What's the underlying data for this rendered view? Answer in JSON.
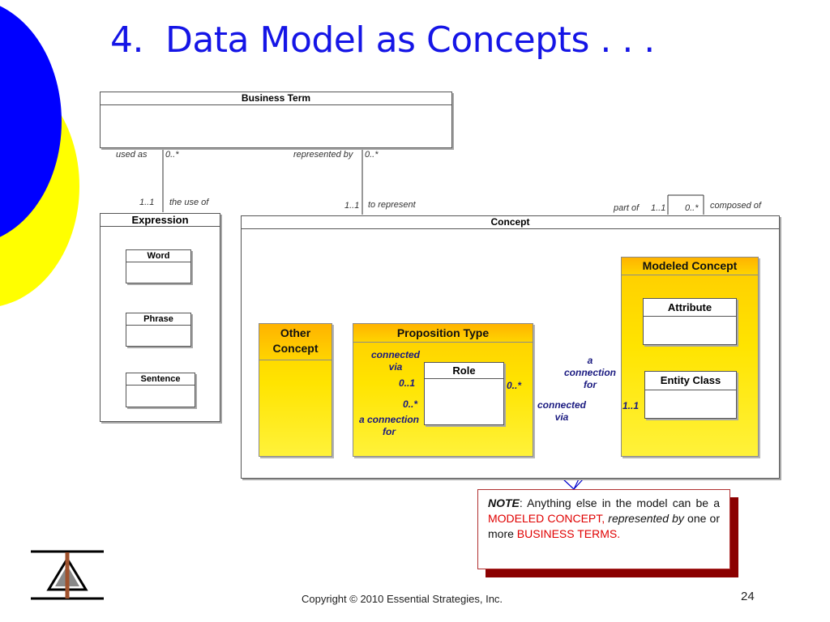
{
  "slide": {
    "title": "4.  Data Model as Concepts . . .",
    "copyright": "Copyright © 2010 Essential Strategies, Inc.",
    "page_number": "24"
  },
  "colors": {
    "title_blue": "#1515e6",
    "deco_blue": "#0000ff",
    "deco_yellow": "#ffff00",
    "concept_yellow": "#ffe400",
    "note_shadow": "#8b0000",
    "highlight_red": "#e00000",
    "connector_blue": "#0000cc"
  },
  "diagram": {
    "business_term": {
      "name": "Business Term"
    },
    "expression": {
      "name": "Expression",
      "subtypes": [
        {
          "name": "Word"
        },
        {
          "name": "Phrase"
        },
        {
          "name": "Sentence"
        }
      ]
    },
    "concept": {
      "name": "Concept"
    },
    "other_concept": {
      "name": "Other\nConcept"
    },
    "proposition_type": {
      "name": "Proposition Type"
    },
    "role": {
      "name": "Role"
    },
    "modeled_concept": {
      "name": "Modeled Concept"
    },
    "attribute": {
      "name": "Attribute"
    },
    "entity_class": {
      "name": "Entity Class"
    },
    "relationships": {
      "used_as": {
        "role": "used as",
        "mult": "0..*"
      },
      "represented_by": {
        "role": "represented by",
        "mult": "0..*"
      },
      "use_of": {
        "mult": "1..1",
        "role": "the use of"
      },
      "to_represent": {
        "mult": "1..1",
        "role": "to represent"
      },
      "part_of": {
        "role": "part of",
        "mult": "1..1"
      },
      "composed_of": {
        "mult": "0..*",
        "role": "composed of"
      },
      "connected_via_top": "connected\nvia",
      "role_mult_1": "0..1",
      "role_mult_2": "0..*",
      "a_connection_for_left": "a connection\nfor",
      "role_right_mult": "0..*",
      "a_connection_for_right": "a\nconnection\nfor",
      "connected_via_right": "connected\nvia",
      "entity_mult": "1..1"
    }
  },
  "note": {
    "lead": "NOTE",
    "colon": ":  Anything else in the model can be a ",
    "modeled": "MODELED CONCEPT,",
    "represented": " represented by",
    "one_or_more": " one or more ",
    "business_terms": "BUSINESS TERMS."
  },
  "logo": {
    "icon": "essential-strategies-logo-icon"
  }
}
